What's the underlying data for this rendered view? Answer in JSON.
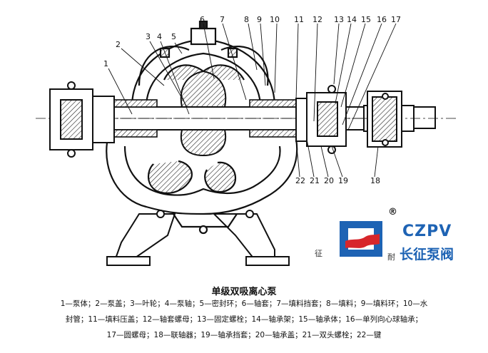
{
  "part_numbers": [
    "1",
    "2",
    "3",
    "4",
    "5",
    "6",
    "7",
    "8",
    "9",
    "10",
    "11",
    "12",
    "13",
    "14",
    "15",
    "16",
    "17",
    "18",
    "19",
    "20",
    "21",
    "22"
  ],
  "title": "单级双吸离心泵",
  "caption_lines": [
    "1—泵体；2—泵盖；3—叶轮；4—泵轴；5—密封环；6—轴套；7—填料挡套；8—填料；9—填料环；10—水",
    "封管；11—填料压盖；12—轴套螺母；13—固定螺栓；14—轴承架；15—轴承体；16—单列向心球轴承；",
    "17—圆螺母；18—联轴器；19—轴承挡套；20—轴承盖；21—双头螺栓；22—键"
  ],
  "logo": {
    "registered": "®",
    "brand_en": "CZPV",
    "brand_cn": "长征泵阀",
    "colors": {
      "brand_blue": "#1e63b4",
      "brand_red": "#d7262b"
    }
  },
  "watermark": {
    "left_char": "征",
    "right_char": "耐"
  }
}
